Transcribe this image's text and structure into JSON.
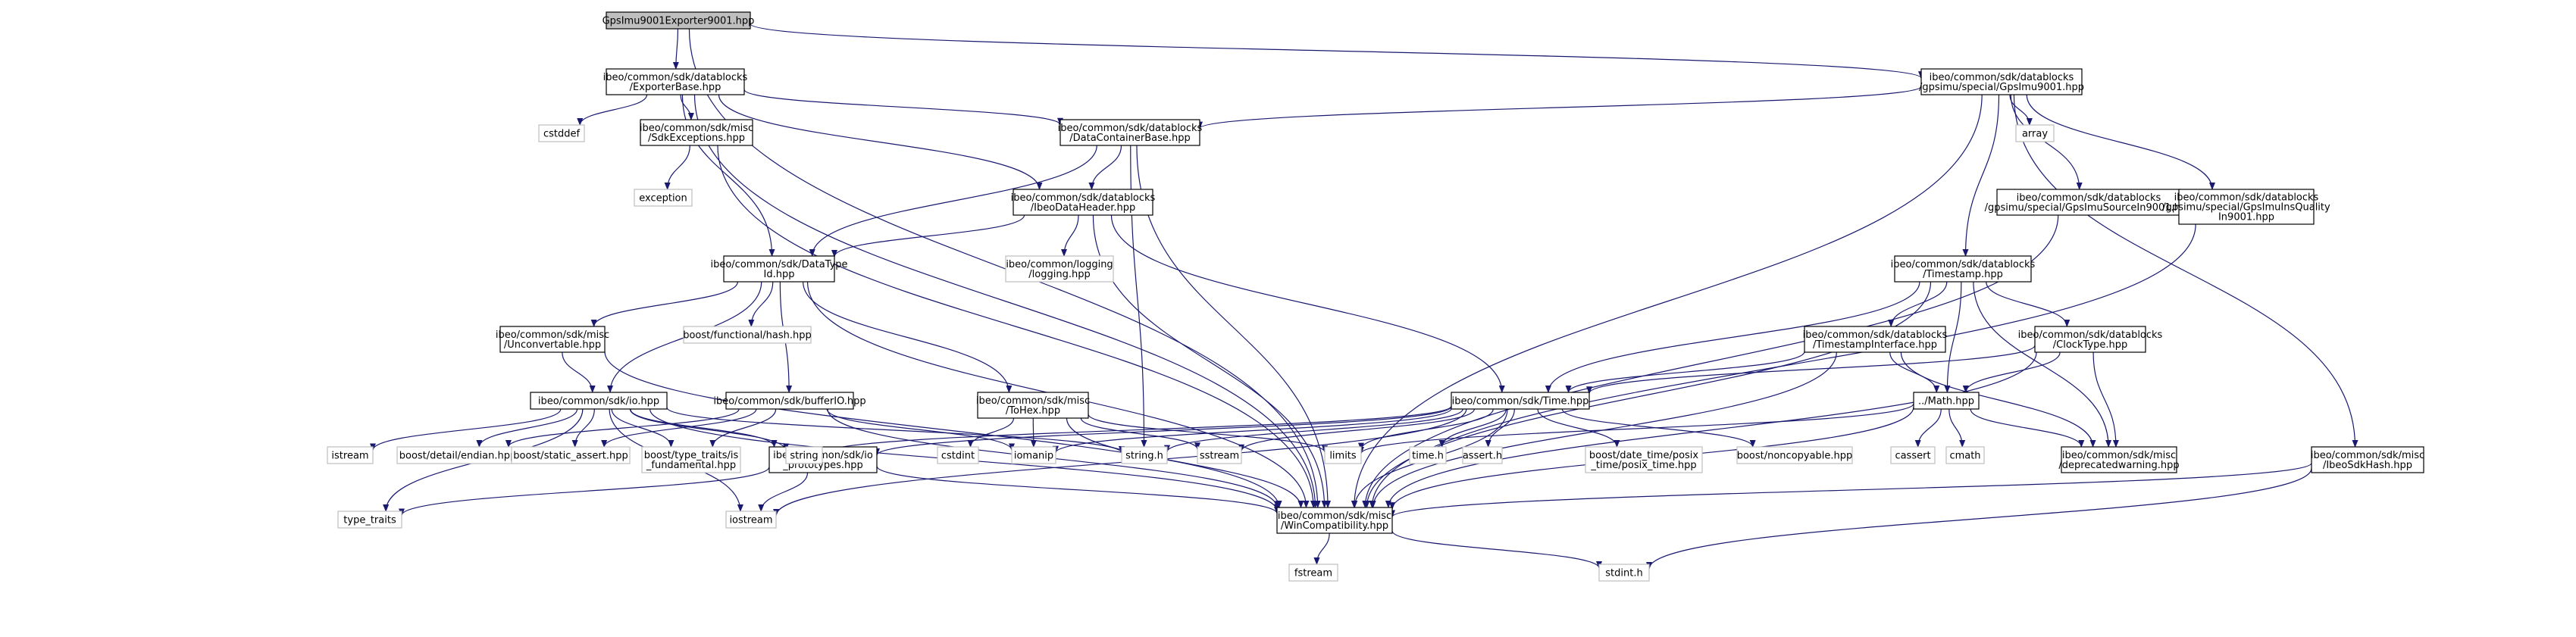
{
  "graph": {
    "colors": {
      "edge": "#191970",
      "node_border": "#000000",
      "system_border": "#bfbfbf",
      "root_fill": "#bfbfbf"
    },
    "nodes": {
      "gpsimu_exporter": {
        "lines": [
          "GpsImu9001Exporter9001.hpp"
        ],
        "kind": "root"
      },
      "exporterbase": {
        "lines": [
          "ibeo/common/sdk/datablocks",
          "/ExporterBase.hpp"
        ],
        "kind": "file"
      },
      "gpsimu9001": {
        "lines": [
          "ibeo/common/sdk/datablocks",
          "/gpsimu/special/GpsImu9001.hpp"
        ],
        "kind": "file"
      },
      "cstddef": {
        "lines": [
          "cstddef"
        ],
        "kind": "system"
      },
      "sdkexceptions": {
        "lines": [
          "ibeo/common/sdk/misc",
          "/SdkExceptions.hpp"
        ],
        "kind": "file"
      },
      "datacontainerbase": {
        "lines": [
          "ibeo/common/sdk/datablocks",
          "/DataContainerBase.hpp"
        ],
        "kind": "file"
      },
      "array": {
        "lines": [
          "array"
        ],
        "kind": "system"
      },
      "exception": {
        "lines": [
          "exception"
        ],
        "kind": "system"
      },
      "ibeodataheader": {
        "lines": [
          "ibeo/common/sdk/datablocks",
          "/IbeoDataHeader.hpp"
        ],
        "kind": "file"
      },
      "gpsimusource": {
        "lines": [
          "ibeo/common/sdk/datablocks",
          "/gpsimu/special/GpsImuSourceIn9001.hpp"
        ],
        "kind": "file"
      },
      "gpsimuinsquality": {
        "lines": [
          "ibeo/common/sdk/datablocks",
          "/gpsimu/special/GpsImuInsQuality",
          "In9001.hpp"
        ],
        "kind": "file"
      },
      "datatypeid": {
        "lines": [
          "ibeo/common/sdk/DataType",
          "Id.hpp"
        ],
        "kind": "file"
      },
      "logging": {
        "lines": [
          "ibeo/common/logging",
          "/logging.hpp"
        ],
        "kind": "system"
      },
      "timestamp": {
        "lines": [
          "ibeo/common/sdk/datablocks",
          "/Timestamp.hpp"
        ],
        "kind": "file"
      },
      "unconvertable": {
        "lines": [
          "ibeo/common/sdk/misc",
          "/Unconvertable.hpp"
        ],
        "kind": "file"
      },
      "functional_hash": {
        "lines": [
          "boost/functional/hash.hpp"
        ],
        "kind": "system"
      },
      "timestampinterface": {
        "lines": [
          "ibeo/common/sdk/datablocks",
          "/TimestampInterface.hpp"
        ],
        "kind": "file"
      },
      "clocktype": {
        "lines": [
          "ibeo/common/sdk/datablocks",
          "/ClockType.hpp"
        ],
        "kind": "file"
      },
      "io": {
        "lines": [
          "ibeo/common/sdk/io.hpp"
        ],
        "kind": "file"
      },
      "bufferio": {
        "lines": [
          "ibeo/common/sdk/bufferIO.hpp"
        ],
        "kind": "file"
      },
      "tohex": {
        "lines": [
          "ibeo/common/sdk/misc",
          "/ToHex.hpp"
        ],
        "kind": "file"
      },
      "time": {
        "lines": [
          "ibeo/common/sdk/Time.hpp"
        ],
        "kind": "file"
      },
      "math": {
        "lines": [
          "../Math.hpp"
        ],
        "kind": "file"
      },
      "istream": {
        "lines": [
          "istream"
        ],
        "kind": "system"
      },
      "endian": {
        "lines": [
          "boost/detail/endian.hpp"
        ],
        "kind": "system"
      },
      "static_assert": {
        "lines": [
          "boost/static_assert.hpp"
        ],
        "kind": "system"
      },
      "is_fundamental": {
        "lines": [
          "boost/type_traits/is",
          "_fundamental.hpp"
        ],
        "kind": "system"
      },
      "io_prototypes": {
        "lines": [
          "ibeo/common/sdk/io",
          "_prototypes.hpp"
        ],
        "kind": "file"
      },
      "string": {
        "lines": [
          "string"
        ],
        "kind": "system"
      },
      "cstdint": {
        "lines": [
          "cstdint"
        ],
        "kind": "system"
      },
      "iomanip": {
        "lines": [
          "iomanip"
        ],
        "kind": "system"
      },
      "string_h": {
        "lines": [
          "string.h"
        ],
        "kind": "system"
      },
      "sstream": {
        "lines": [
          "sstream"
        ],
        "kind": "system"
      },
      "limits": {
        "lines": [
          "limits"
        ],
        "kind": "system"
      },
      "time_h": {
        "lines": [
          "time.h"
        ],
        "kind": "system"
      },
      "assert_h": {
        "lines": [
          "assert.h"
        ],
        "kind": "system"
      },
      "posix_time": {
        "lines": [
          "boost/date_time/posix",
          "_time/posix_time.hpp"
        ],
        "kind": "system"
      },
      "noncopyable": {
        "lines": [
          "boost/noncopyable.hpp"
        ],
        "kind": "system"
      },
      "cassert": {
        "lines": [
          "cassert"
        ],
        "kind": "system"
      },
      "cmath": {
        "lines": [
          "cmath"
        ],
        "kind": "system"
      },
      "deprecatedwarning": {
        "lines": [
          "ibeo/common/sdk/misc",
          "/deprecatedwarning.hpp"
        ],
        "kind": "file"
      },
      "ibeosdkhash": {
        "lines": [
          "ibeo/common/sdk/misc",
          "/IbeoSdkHash.hpp"
        ],
        "kind": "file"
      },
      "type_traits": {
        "lines": [
          "type_traits"
        ],
        "kind": "system"
      },
      "iostream": {
        "lines": [
          "iostream"
        ],
        "kind": "system"
      },
      "wincompat": {
        "lines": [
          "ibeo/common/sdk/misc",
          "/WinCompatibility.hpp"
        ],
        "kind": "file"
      },
      "fstream": {
        "lines": [
          "fstream"
        ],
        "kind": "system"
      },
      "stdint_h": {
        "lines": [
          "stdint.h"
        ],
        "kind": "system"
      }
    },
    "edges": [
      [
        "gpsimu_exporter",
        "exporterbase"
      ],
      [
        "gpsimu_exporter",
        "gpsimu9001"
      ],
      [
        "gpsimu_exporter",
        "wincompat"
      ],
      [
        "exporterbase",
        "cstddef"
      ],
      [
        "exporterbase",
        "sdkexceptions"
      ],
      [
        "exporterbase",
        "datatypeid"
      ],
      [
        "exporterbase",
        "ibeodataheader"
      ],
      [
        "exporterbase",
        "datacontainerbase"
      ],
      [
        "exporterbase",
        "wincompat"
      ],
      [
        "sdkexceptions",
        "exception"
      ],
      [
        "sdkexceptions",
        "wincompat"
      ],
      [
        "gpsimu9001",
        "datacontainerbase"
      ],
      [
        "gpsimu9001",
        "array"
      ],
      [
        "gpsimu9001",
        "gpsimusource"
      ],
      [
        "gpsimu9001",
        "gpsimuinsquality"
      ],
      [
        "gpsimu9001",
        "timestamp"
      ],
      [
        "gpsimu9001",
        "ibeosdkhash"
      ],
      [
        "gpsimu9001",
        "wincompat"
      ],
      [
        "datacontainerbase",
        "ibeodataheader"
      ],
      [
        "datacontainerbase",
        "datatypeid"
      ],
      [
        "datacontainerbase",
        "string_h"
      ],
      [
        "datacontainerbase",
        "wincompat"
      ],
      [
        "ibeodataheader",
        "datatypeid"
      ],
      [
        "ibeodataheader",
        "logging"
      ],
      [
        "ibeodataheader",
        "time"
      ],
      [
        "ibeodataheader",
        "wincompat"
      ],
      [
        "datatypeid",
        "unconvertable"
      ],
      [
        "datatypeid",
        "functional_hash"
      ],
      [
        "datatypeid",
        "io"
      ],
      [
        "datatypeid",
        "bufferio"
      ],
      [
        "datatypeid",
        "tohex"
      ],
      [
        "datatypeid",
        "wincompat"
      ],
      [
        "unconvertable",
        "io"
      ],
      [
        "unconvertable",
        "wincompat"
      ],
      [
        "io",
        "istream"
      ],
      [
        "io",
        "endian"
      ],
      [
        "io",
        "static_assert"
      ],
      [
        "io",
        "is_fundamental"
      ],
      [
        "io",
        "io_prototypes"
      ],
      [
        "io",
        "string"
      ],
      [
        "io",
        "string_h"
      ],
      [
        "io",
        "type_traits"
      ],
      [
        "io",
        "iostream"
      ],
      [
        "io",
        "wincompat"
      ],
      [
        "bufferio",
        "endian"
      ],
      [
        "bufferio",
        "static_assert"
      ],
      [
        "bufferio",
        "is_fundamental"
      ],
      [
        "bufferio",
        "iomanip"
      ],
      [
        "bufferio",
        "wincompat"
      ],
      [
        "tohex",
        "cstdint"
      ],
      [
        "tohex",
        "iomanip"
      ],
      [
        "tohex",
        "sstream"
      ],
      [
        "tohex",
        "limits"
      ],
      [
        "tohex",
        "wincompat"
      ],
      [
        "io_prototypes",
        "iostream"
      ],
      [
        "io_prototypes",
        "type_traits"
      ],
      [
        "io_prototypes",
        "wincompat"
      ],
      [
        "time",
        "io_prototypes"
      ],
      [
        "time",
        "string"
      ],
      [
        "time",
        "iomanip"
      ],
      [
        "time",
        "string_h"
      ],
      [
        "time",
        "sstream"
      ],
      [
        "time",
        "limits"
      ],
      [
        "time",
        "time_h"
      ],
      [
        "time",
        "assert_h"
      ],
      [
        "time",
        "posix_time"
      ],
      [
        "time",
        "noncopyable"
      ],
      [
        "time",
        "iostream"
      ],
      [
        "time",
        "wincompat"
      ],
      [
        "timestamp",
        "time"
      ],
      [
        "timestamp",
        "timestampinterface"
      ],
      [
        "timestamp",
        "clocktype"
      ],
      [
        "timestamp",
        "math"
      ],
      [
        "timestamp",
        "deprecatedwarning"
      ],
      [
        "timestamp",
        "wincompat"
      ],
      [
        "timestampinterface",
        "time"
      ],
      [
        "timestampinterface",
        "math"
      ],
      [
        "timestampinterface",
        "deprecatedwarning"
      ],
      [
        "timestampinterface",
        "wincompat"
      ],
      [
        "clocktype",
        "time"
      ],
      [
        "clocktype",
        "math"
      ],
      [
        "clocktype",
        "deprecatedwarning"
      ],
      [
        "clocktype",
        "wincompat"
      ],
      [
        "math",
        "limits"
      ],
      [
        "math",
        "cassert"
      ],
      [
        "math",
        "cmath"
      ],
      [
        "math",
        "deprecatedwarning"
      ],
      [
        "math",
        "wincompat"
      ],
      [
        "gpsimusource",
        "wincompat"
      ],
      [
        "gpsimuinsquality",
        "wincompat"
      ],
      [
        "ibeosdkhash",
        "wincompat"
      ],
      [
        "ibeosdkhash",
        "stdint_h"
      ],
      [
        "wincompat",
        "fstream"
      ],
      [
        "wincompat",
        "stdint_h"
      ]
    ]
  }
}
